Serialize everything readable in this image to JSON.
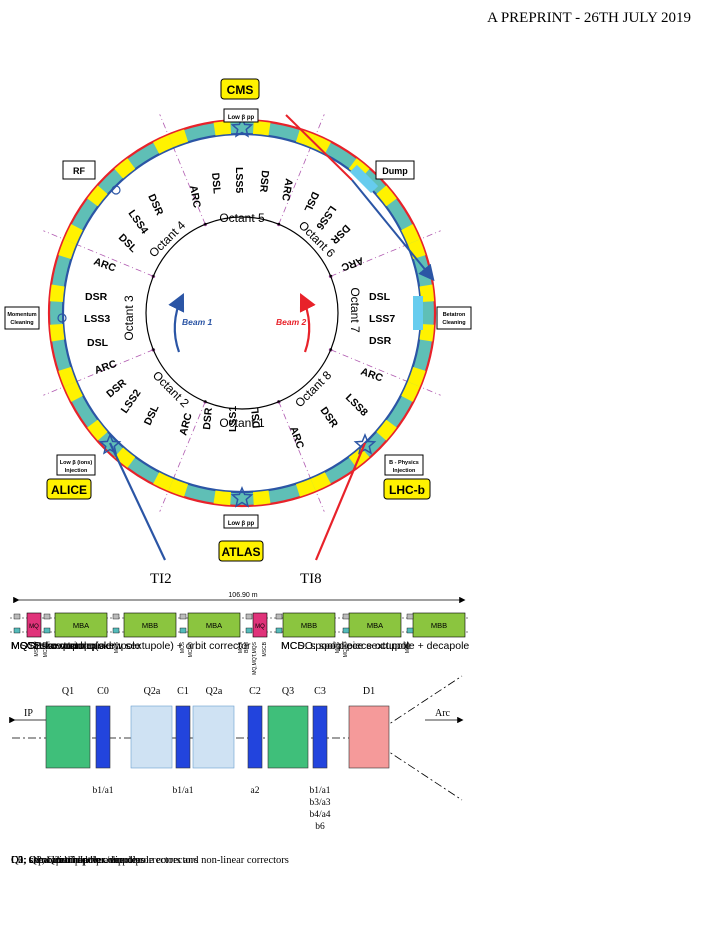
{
  "header": {
    "text": "A PREPRINT - 26TH JULY 2019"
  },
  "ring": {
    "boxes": {
      "cms": "CMS",
      "atlas": "ATLAS",
      "alice": "ALICE",
      "lhcb": "LHC-b",
      "rf": "RF",
      "dump": "Dump",
      "momentum": [
        "Momentum",
        "Cleaning"
      ],
      "betatron": [
        "Betatron",
        "Cleaning"
      ],
      "lowbeta_top": "Low β pp",
      "lowbeta_bottom": "Low β pp",
      "injection_left": [
        "Low β (ions)",
        "Injection"
      ],
      "injection_right": [
        "B - Physics",
        "Injection"
      ]
    },
    "octants": [
      "Octant 1",
      "Octant 2",
      "Octant 3",
      "Octant 4",
      "Octant 5",
      "Octant 6",
      "Octant 7",
      "Octant 8"
    ],
    "beam1": "Beam 1",
    "beam2": "Beam 2",
    "ti2": "TI2",
    "ti8": "TI8",
    "sections": {
      "top": [
        "ARC",
        "DSL",
        "LSS5",
        "DSR",
        "ARC"
      ],
      "tr": [
        "DSL",
        "LSS6",
        "DSR",
        "ARC"
      ],
      "right": [
        "DSL",
        "LSS7",
        "DSR"
      ],
      "br": [
        "ARC",
        "LSS8",
        "DSR",
        "ARC"
      ],
      "bottom": [
        "DSR",
        "LSS1",
        "DSL",
        "ARC"
      ],
      "bl": [
        "ARC",
        "DSR",
        "LSS2",
        "DSL"
      ],
      "left": [
        "ARC",
        "DSR",
        "LSS3",
        "DSL"
      ],
      "tl": [
        "ARC",
        "DSR",
        "LSS4",
        "DSL"
      ]
    },
    "lss8_label": "LSS8",
    "lss8_extra": "ARC"
  },
  "cell": {
    "length": "106.90 m",
    "magnets": [
      "MQ",
      "MBA",
      "MBB",
      "MBA",
      "MQ",
      "MBB",
      "MBA",
      "MBB"
    ],
    "small": [
      "MSCB",
      "MCDO",
      "MCS",
      "MCS",
      "MCDO",
      "MCS",
      "BPM",
      "MQ,MQT,MQS",
      "MSCB",
      "MCS",
      "MCDO",
      "MCS"
    ],
    "legend_left": [
      "MQT: trim quadrupole",
      "MQS: skew trim quadrupole",
      "MO: lattice octupole",
      "MSCB: sextupole (skew sextupole) + orbit corrector"
    ],
    "legend_right": [
      "MCS: spool piece sextupole",
      "MCDO: spool piece octupole + decapole"
    ]
  },
  "triplet": {
    "labels": [
      "Q1",
      "C0",
      "Q2a",
      "C1",
      "Q2a",
      "C2",
      "Q3",
      "C3",
      "D1"
    ],
    "ip": "IP",
    "arc": "Arc",
    "corr": {
      "c0": "b1/a1",
      "c1": "b1/a1",
      "c2": "a2",
      "c3": [
        "b1/a1",
        "b3/a3",
        "b4/a4",
        "b6"
      ]
    },
    "legend": [
      "Q1, Q2, Q3: triplet quadrupoles",
      "D1: separation dipole",
      "C0, C1: combined hor./ver. dipole correctors",
      "C2: skew quadrupole corrector",
      "C3: combined hor./ver. dipole correctors and non-linear correctors"
    ]
  },
  "colors": {
    "red": "#e8222a",
    "blue": "#2b55a5",
    "teal": "#5fbfb6",
    "yellow": "#fff200",
    "green": "#8bc53f",
    "pink": "#e0337a",
    "q_green": "#3fbf7a",
    "q2_blue": "#cfe2f3",
    "corr_blue": "#2244dd",
    "d1_red": "#f59a9a"
  }
}
